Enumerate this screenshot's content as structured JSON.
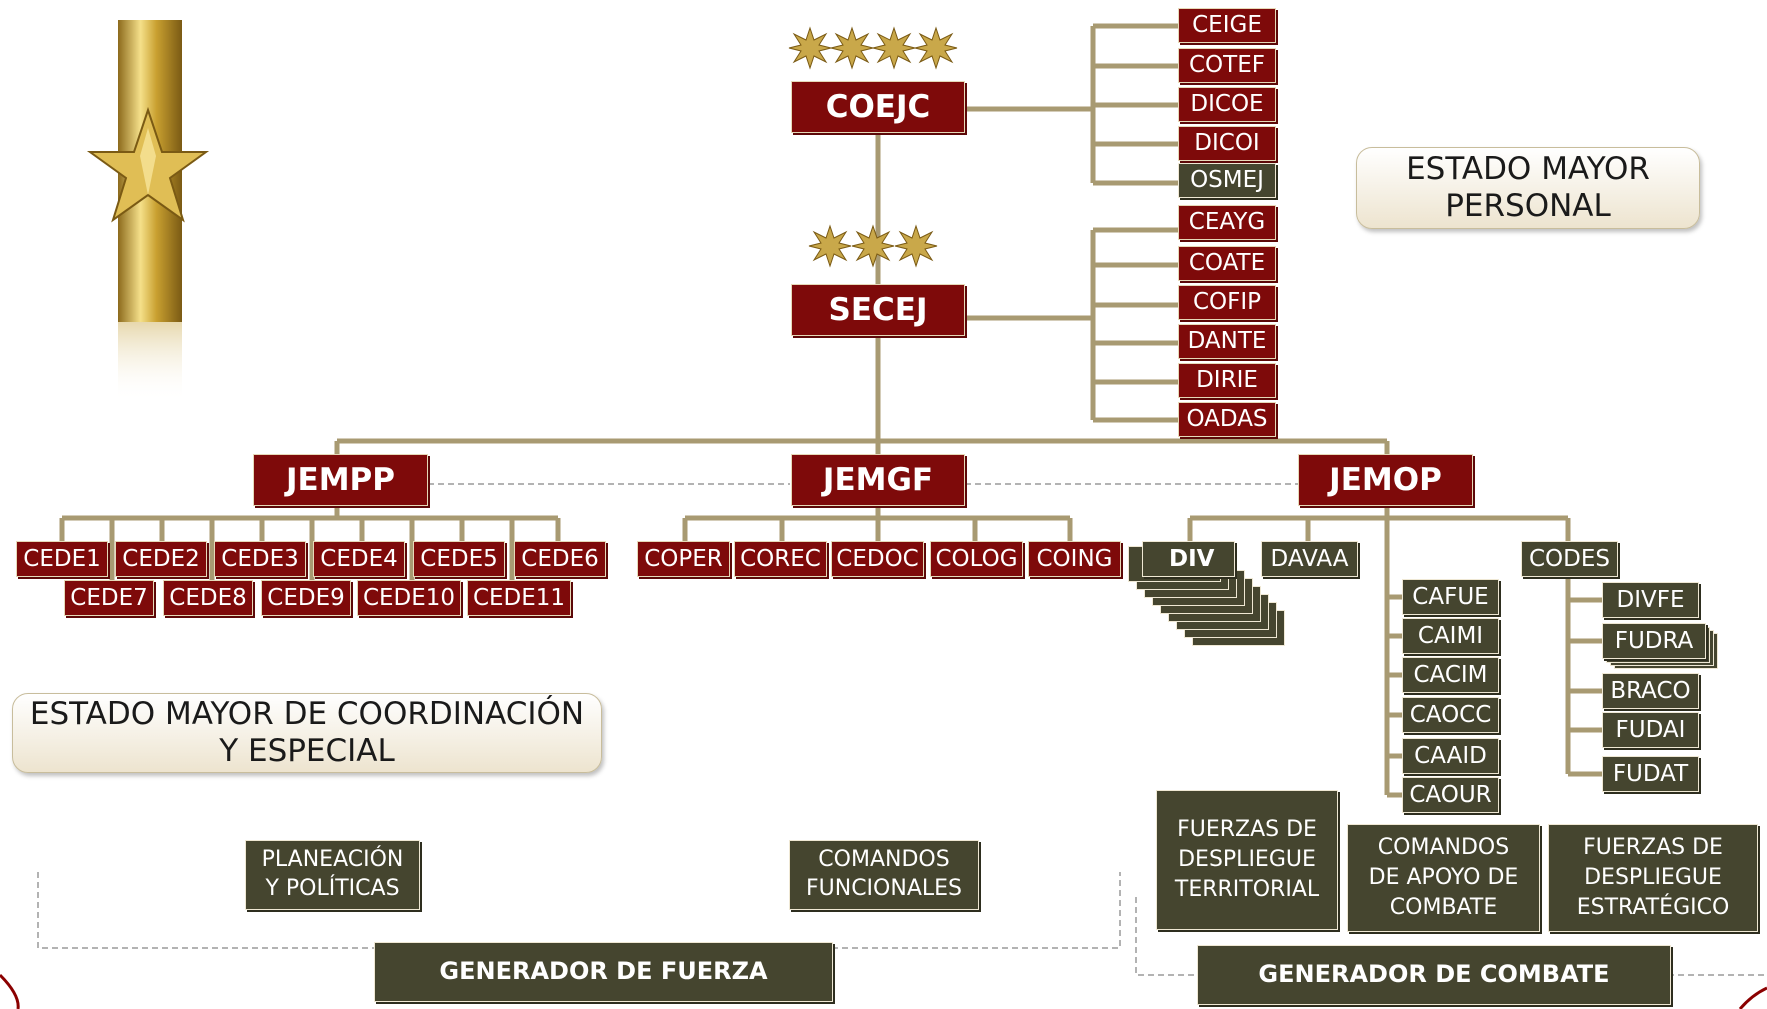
{
  "colors": {
    "red": "#7e0a0a",
    "dark": "#45452f",
    "line": "#a89a72",
    "gold": "#c9a84a",
    "accent": "#8b0000"
  },
  "icons": {
    "insignia": "general-star-insignia-icon",
    "four_stars": "four-star-rank-icon",
    "three_stars": "three-star-rank-icon"
  },
  "top": {
    "coejc": "COEJC",
    "secej": "SECEJ"
  },
  "coejc_units": [
    "CEIGE",
    "COTEF",
    "DICOE",
    "DICOI",
    "OSMEJ"
  ],
  "secej_units": [
    "CEAYG",
    "COATE",
    "COFIP",
    "DANTE",
    "DIRIE",
    "OADAS"
  ],
  "jefaturas": {
    "jempp": "JEMPP",
    "jemgf": "JEMGF",
    "jemop": "JEMOP"
  },
  "cede_row1": [
    "CEDE1",
    "CEDE2",
    "CEDE3",
    "CEDE4",
    "CEDE5",
    "CEDE6"
  ],
  "cede_row2": [
    "CEDE7",
    "CEDE8",
    "CEDE9",
    "CEDE10",
    "CEDE11"
  ],
  "jemgf_units": [
    "COPER",
    "COREC",
    "CEDOC",
    "COLOG",
    "COING"
  ],
  "jemop_units": {
    "div": "DIV",
    "davaa": "DAVAA",
    "codes": "CODES"
  },
  "caa_units": [
    "CAFUE",
    "CAIMI",
    "CACIM",
    "CAOCC",
    "CAAID",
    "CAOUR"
  ],
  "codes_units": [
    "DIVFE",
    "FUDRA",
    "BRACO",
    "FUDAI",
    "FUDAT"
  ],
  "captions": {
    "personal": "ESTADO MAYOR PERSONAL",
    "coordinacion": "ESTADO MAYOR DE COORDINACIÓN Y ESPECIAL"
  },
  "bottom": {
    "planeacion": "PLANEACIÓN Y POLÍTICAS",
    "comandos_funcionales": "COMANDOS FUNCIONALES",
    "fuerzas_territorial": "FUERZAS DE DESPLIEGUE TERRITORIAL",
    "comandos_apoyo": "COMANDOS DE APOYO DE COMBATE",
    "fuerzas_estrategico": "FUERZAS DE DESPLIEGUE ESTRATÉGICO",
    "generador_fuerza": "GENERADOR DE FUERZA",
    "generador_combate": "GENERADOR DE COMBATE"
  }
}
